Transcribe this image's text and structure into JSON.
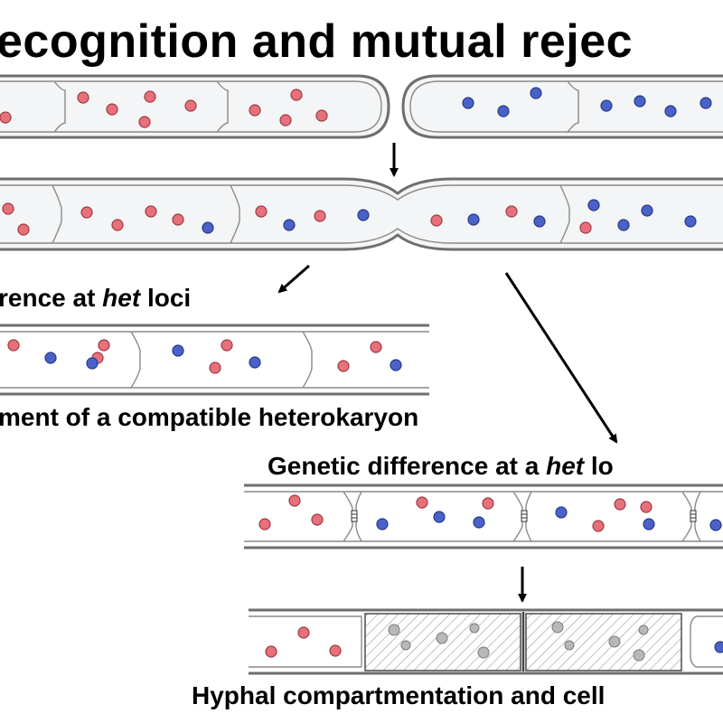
{
  "title": "ecognition and mutual rejec",
  "label_difference_het": {
    "pre": "rence at ",
    "het": "het",
    "post": " loci"
  },
  "label_compatible": "ment of a compatible heterokaryon",
  "label_genetic_difference": {
    "pre": "Genetic difference at a ",
    "het": "het",
    "post": " lo"
  },
  "label_compartmentation": "Hyphal compartmentation and cell",
  "colors": {
    "red_nucleus": "#e8707a",
    "blue_nucleus": "#4a62c8",
    "hypha_wall": "#6e6e6e",
    "hypha_fill": "#f4f5f6",
    "dead_compartment_hatch": "#9a9a9a",
    "arrow": "#000000"
  }
}
